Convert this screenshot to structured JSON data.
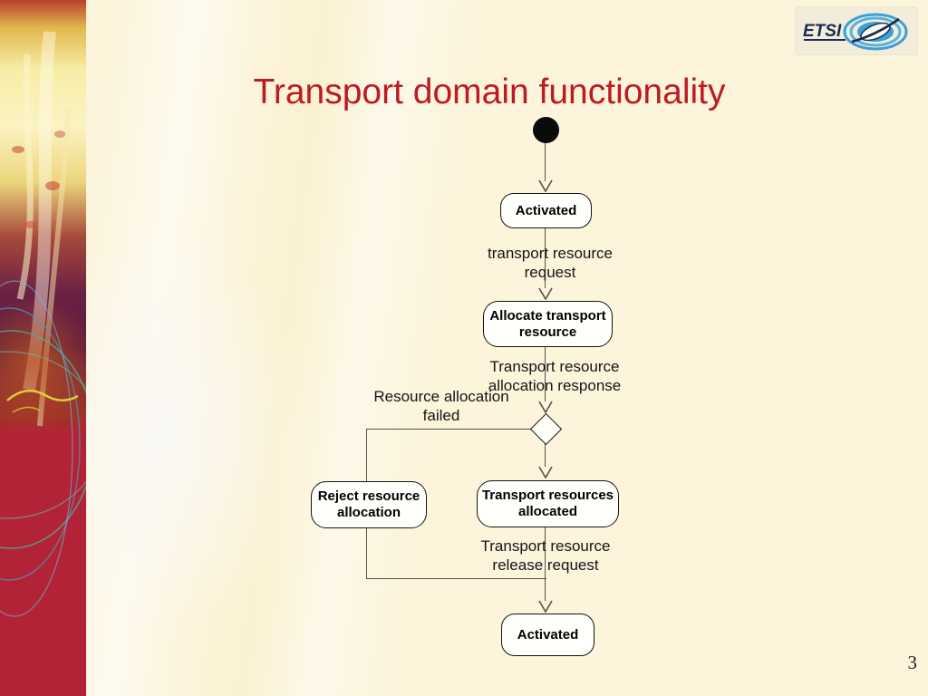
{
  "slide": {
    "title": "Transport domain functionality",
    "page_number": "3"
  },
  "logo": {
    "brand": "ETSI"
  },
  "colors": {
    "title_red": "#bd1b22",
    "accent_bar_red": "#b22337",
    "background_cream": "#fcf4db",
    "flow_line_gray": "#53514a",
    "logo_blue": "#3aa0d8",
    "logo_navy": "#1b2a50"
  },
  "diagram": {
    "type": "uml-activity-diagram",
    "nodes": {
      "start": {
        "type": "initial-node"
      },
      "activated_top": {
        "label": "Activated"
      },
      "allocate": {
        "label": "Allocate transport resource"
      },
      "decision": {
        "type": "decision-diamond"
      },
      "reject": {
        "label": "Reject resource allocation"
      },
      "allocated": {
        "label": "Transport resources allocated"
      },
      "activated_bottom": {
        "label": "Activated"
      }
    },
    "edge_labels": {
      "request": "transport resource request",
      "response": "Transport resource allocation response",
      "failed": "Resource allocation failed",
      "release": "Transport resource release request"
    }
  }
}
